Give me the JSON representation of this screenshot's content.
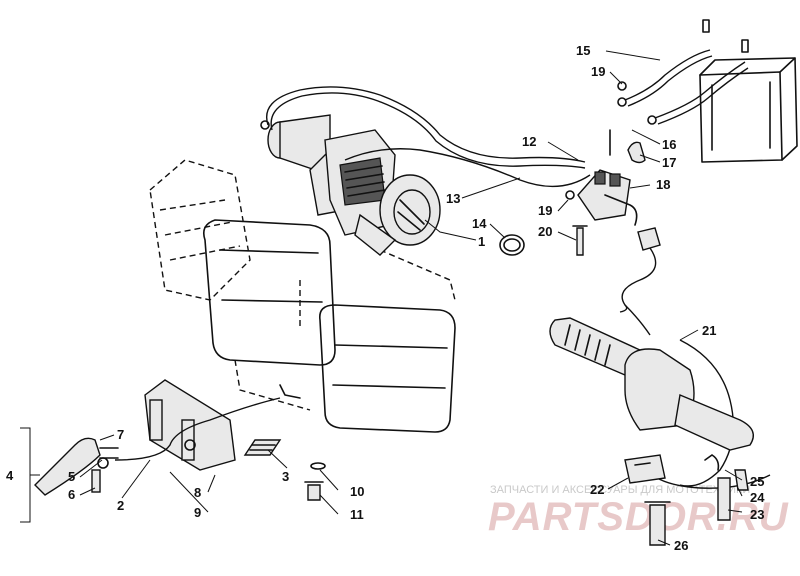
{
  "callouts": {
    "c1": "1",
    "c2": "2",
    "c3": "3",
    "c4": "4",
    "c5": "5",
    "c6": "6",
    "c7": "7",
    "c8": "8",
    "c9": "9",
    "c10": "10",
    "c11": "11",
    "c12": "12",
    "c13": "13",
    "c14": "14",
    "c15": "15",
    "c16": "16",
    "c17": "17",
    "c18": "18",
    "c19a": "19",
    "c19b": "19",
    "c20": "20",
    "c21": "21",
    "c22": "22",
    "c23": "23",
    "c24": "24",
    "c25": "25",
    "c26": "26"
  },
  "watermark": {
    "caption": "ЗАПЧАСТИ И АКСЕССУАРЫ ДЛЯ МОТОТЕХНИКИ",
    "logo": "PARTSDOR.RU"
  },
  "colors": {
    "line": "#111111",
    "watermark": "#e8c9c9"
  }
}
